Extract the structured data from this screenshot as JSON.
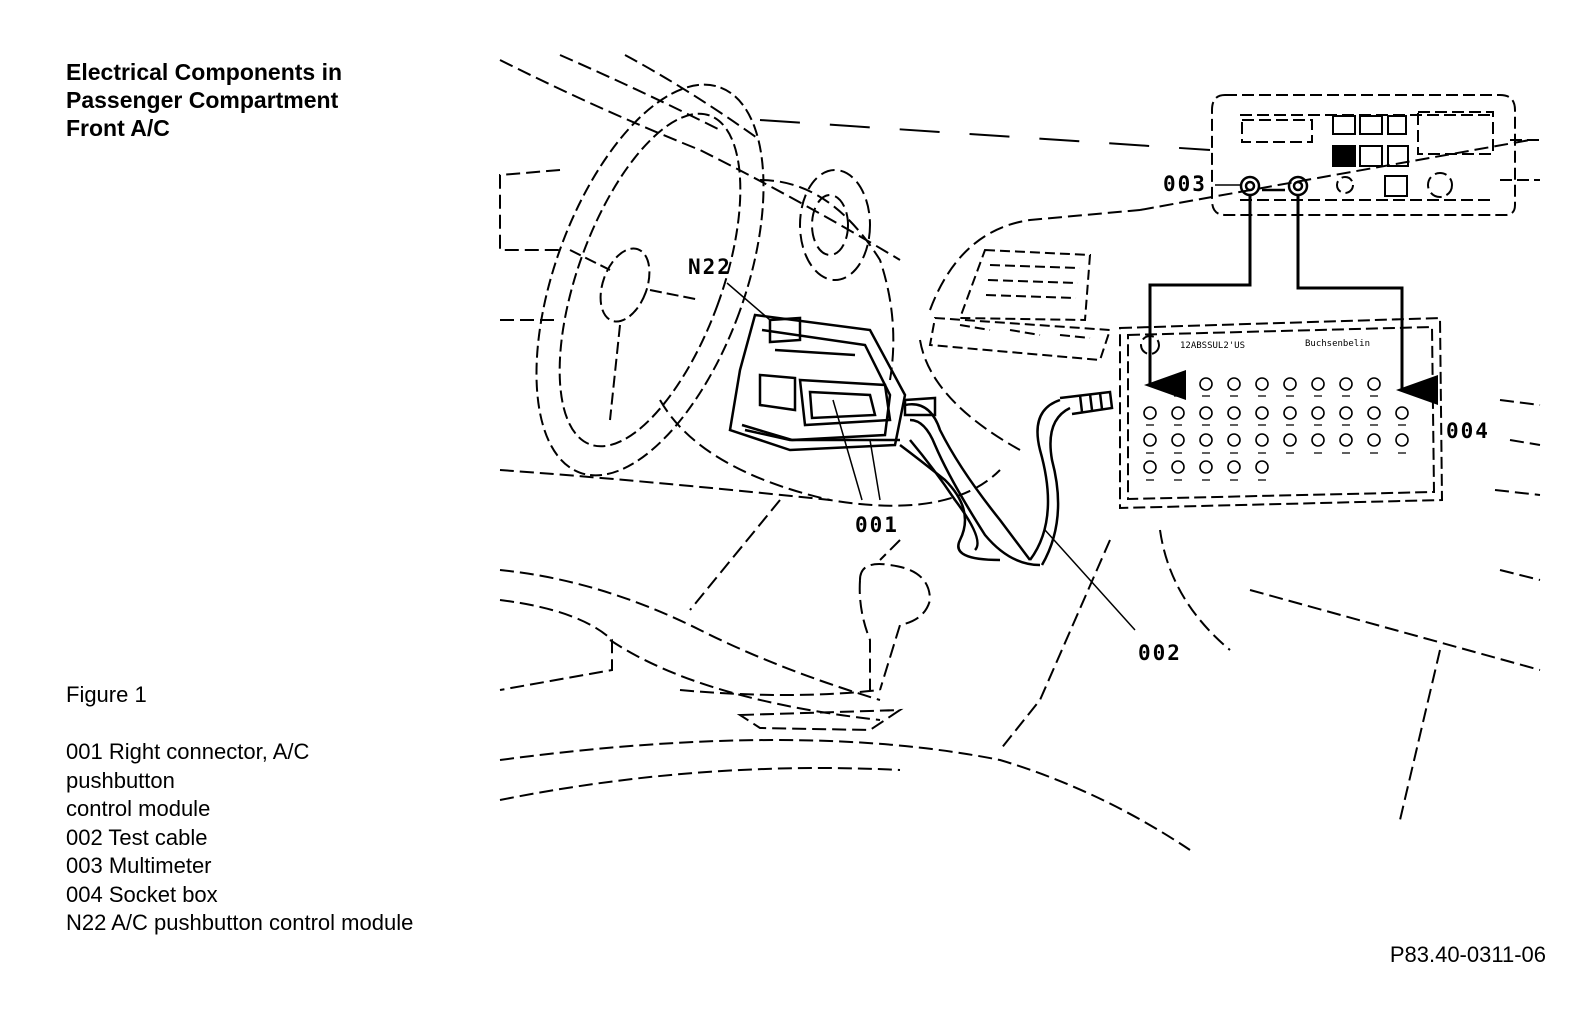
{
  "title": {
    "line1": "Electrical Components in",
    "line2": "Passenger Compartment",
    "line3": "Front A/C"
  },
  "figure_label": "Figure 1",
  "legend": {
    "item1_line1": "001 Right connector, A/C",
    "item1_line2": "pushbutton",
    "item1_line3": "control module",
    "item2": "002 Test cable",
    "item3": "003 Multimeter",
    "item4": "004 Socket box",
    "item5": "N22 A/C pushbutton control module"
  },
  "callouts": {
    "n22": "N22",
    "c001": "001",
    "c002": "002",
    "c003": "003",
    "c004": "004"
  },
  "socket_box_header": {
    "left": "12ABSSUL2'US",
    "right": "Buchsenbelin"
  },
  "reference_code": "P83.40-0311-06"
}
